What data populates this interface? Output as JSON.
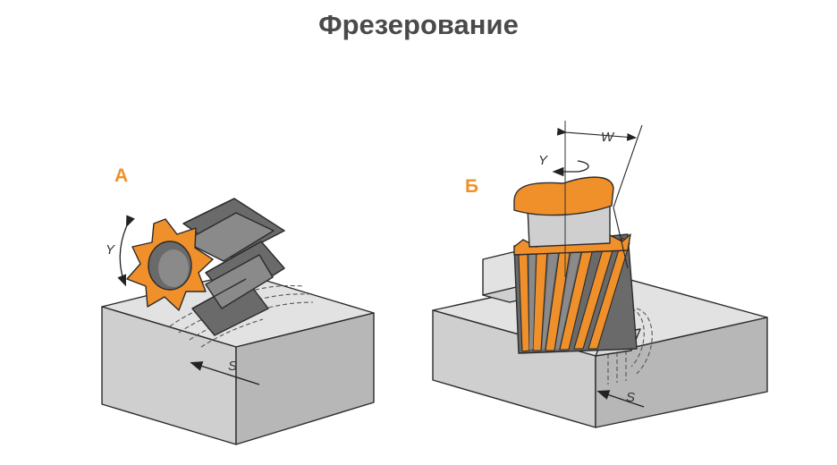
{
  "title": "Фрезерование",
  "panels": [
    {
      "label": "А",
      "labels": {
        "rotation": "Y",
        "feed": "S"
      }
    },
    {
      "label": "Б",
      "labels": {
        "rotation": "Y",
        "width": "W",
        "feed": "S"
      }
    }
  ],
  "colors": {
    "accent": "#f0902a",
    "block_top": "#e2e2e2",
    "block_front": "#cfcfcf",
    "block_side": "#b7b7b7",
    "cutter_dark": "#6a6a6a",
    "outline": "#2b2b2b"
  }
}
